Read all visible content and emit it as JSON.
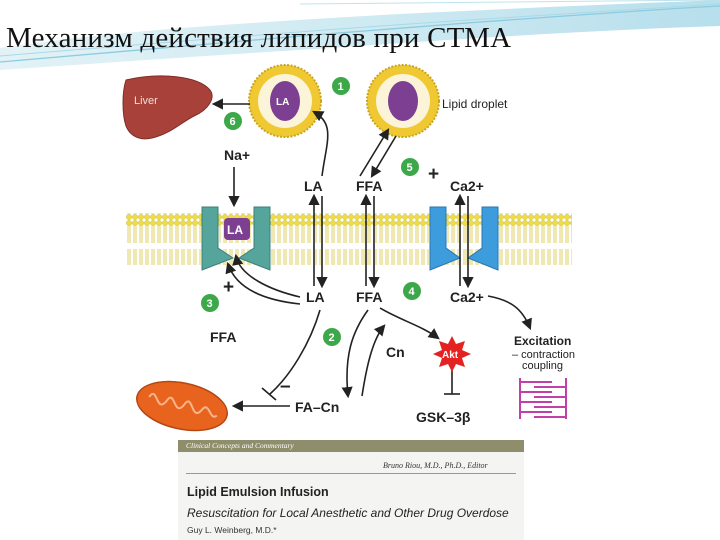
{
  "slide": {
    "title": "Механизм действия липидов при СТМА"
  },
  "diagram": {
    "organs": {
      "liver": "Liver",
      "lipid_droplet": "Lipid droplet"
    },
    "droplet_core_label": "LA",
    "channel_label": "LA",
    "molecules": {
      "na": "Na+",
      "la_top": "LA",
      "ffa_top": "FFA",
      "ca_top": "Ca2+",
      "la_bottom": "LA",
      "ffa_bottom": "FFA",
      "ca_bottom": "Ca2+",
      "ffa_left": "FFA",
      "cn": "Cn",
      "fa_cn": "FA–Cn",
      "akt": "Akt",
      "gsk": "GSK–3β"
    },
    "signs": {
      "plus_5": "+",
      "plus_3": "+",
      "minus": "–"
    },
    "steps": [
      "1",
      "2",
      "3",
      "4",
      "5",
      "6"
    ],
    "excitation": {
      "line1": "Excitation",
      "line2": "– contraction",
      "line3": "coupling"
    },
    "colors": {
      "liver": "#a8413a",
      "droplet_shell": "#f0c832",
      "droplet_core": "#7d3f92",
      "step_badge": "#3da84a",
      "membrane": "#eedd44",
      "channel": "#56a59d",
      "la_channel": "#7d3f92",
      "ca_channel": "#3d9cdc",
      "mitochondrion": "#e8631e",
      "akt": "#e42222",
      "sarcomere": "#c040a8"
    }
  },
  "paper": {
    "section": "Clinical Concepts and Commentary",
    "editor": "Bruno Riou, M.D., Ph.D., Editor",
    "title": "Lipid Emulsion Infusion",
    "subtitle": "Resuscitation for Local Anesthetic and Other Drug Overdose",
    "author": "Guy L. Weinberg, M.D.*"
  }
}
